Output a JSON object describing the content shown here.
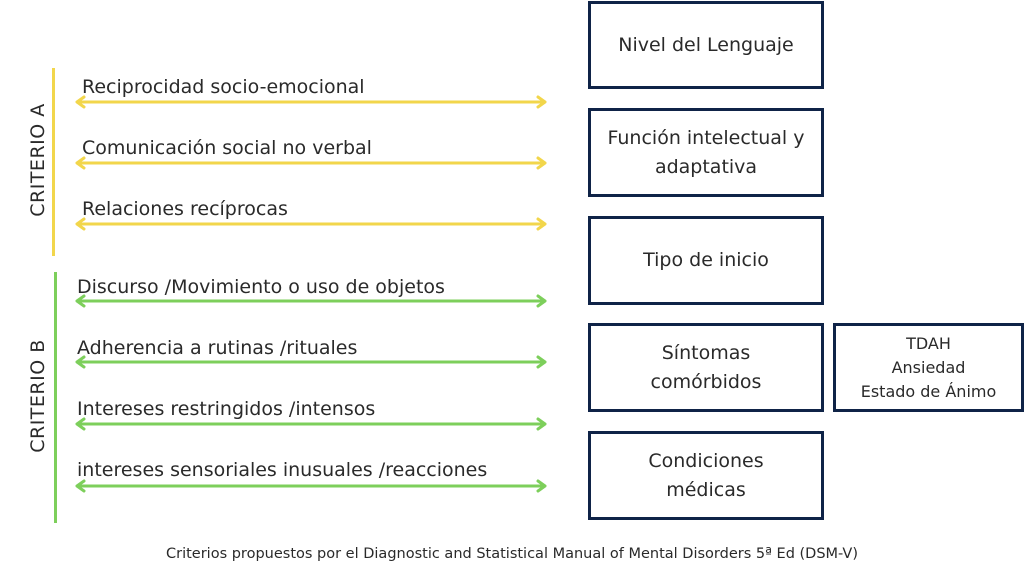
{
  "criteria": [
    {
      "title": "CRITERIO A",
      "color": "#f2d64b",
      "items": [
        "Reciprocidad socio-emocional",
        "Comunicación social no verbal",
        "Relaciones recíprocas"
      ]
    },
    {
      "title": "CRITERIO B",
      "color": "#7dcf5b",
      "items": [
        "Discurso /Movimiento o uso de objetos",
        "Adherencia a rutinas /rituales",
        "Intereses restringidos /intensos",
        "intereses sensoriales inusuales /reacciones"
      ]
    }
  ],
  "specifiers": [
    {
      "lines": [
        "Nivel del Lenguaje"
      ]
    },
    {
      "lines": [
        "Función intelectual y",
        "adaptativa"
      ]
    },
    {
      "lines": [
        "Tipo de inicio"
      ]
    },
    {
      "lines": [
        "Síntomas",
        "comórbidos"
      ]
    },
    {
      "lines": [
        "Condiciones",
        "médicas"
      ]
    }
  ],
  "comorbidities": [
    "TDAH",
    "Ansiedad",
    "Estado de Ánimo"
  ],
  "caption": "Criterios propuestos por el Diagnostic and Statistical Manual of Mental Disorders 5ª Ed (DSM-V)",
  "box_border_color": "#0f2347"
}
